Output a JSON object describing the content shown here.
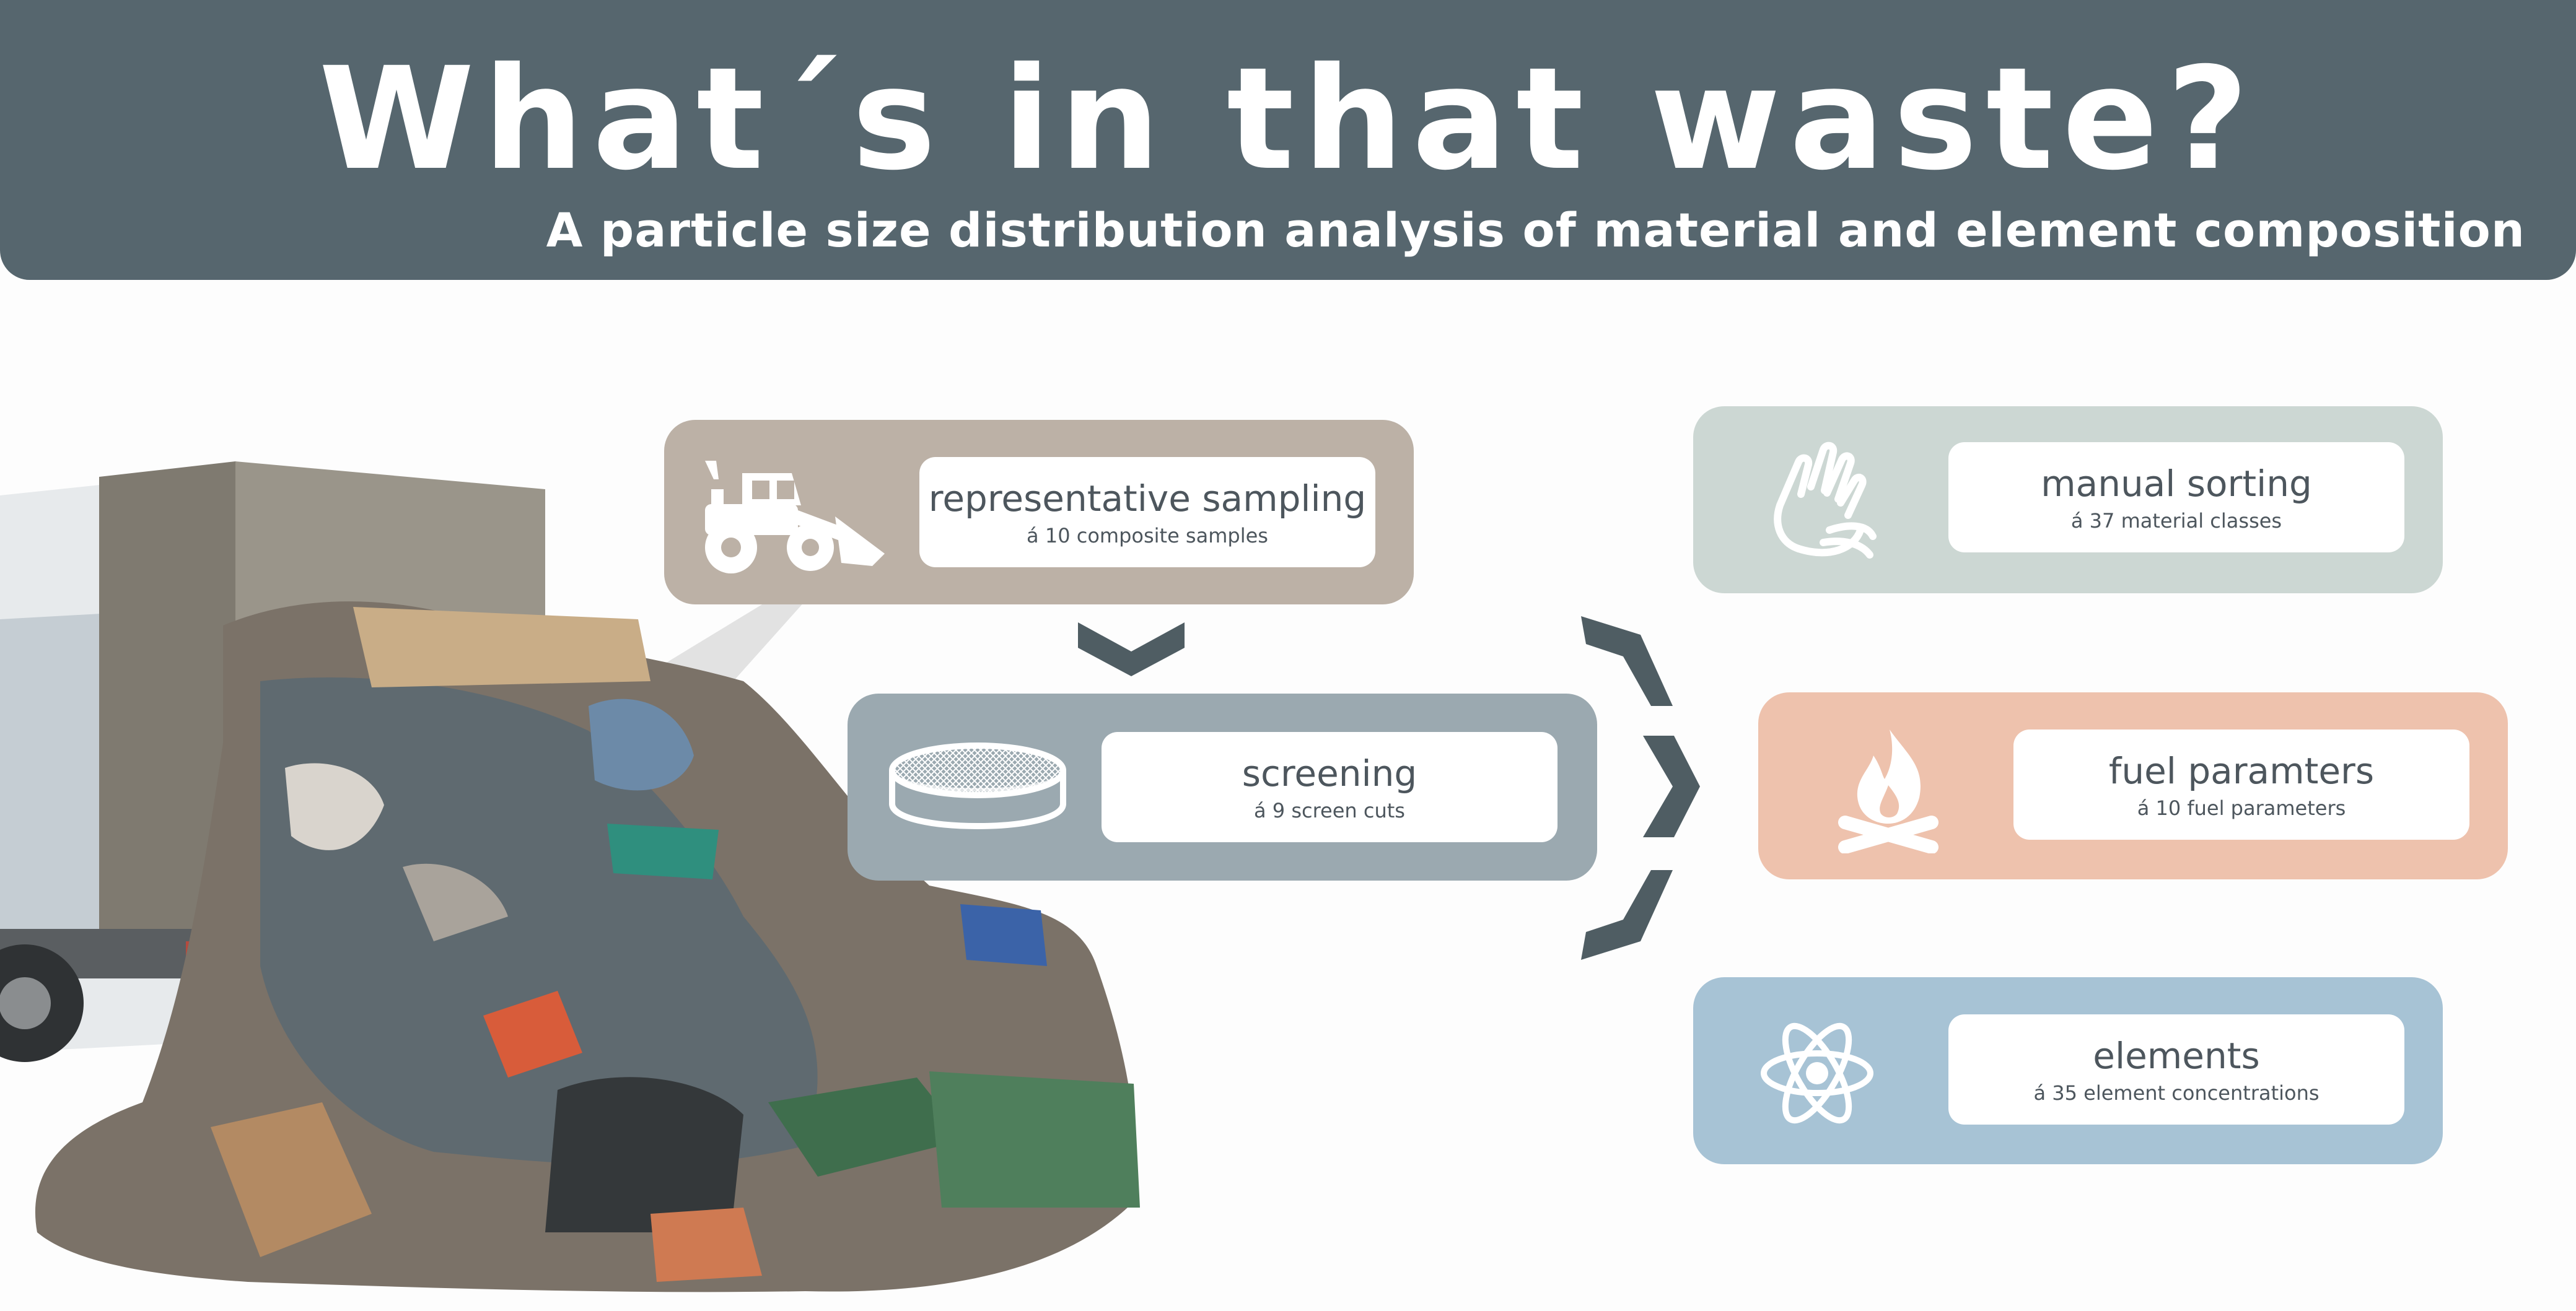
{
  "header": {
    "title": "What´s in that waste?",
    "subtitle": "A particle size distribution analysis of material and element composition"
  },
  "steps": {
    "sampling": {
      "label": "representative sampling",
      "detail": "á 10 composite samples",
      "icon": "wheel-loader-icon"
    },
    "screening": {
      "label": "screening",
      "detail": "á 9 screen cuts",
      "icon": "sieve-icon"
    },
    "sorting": {
      "label": "manual sorting",
      "detail": "á 37 material classes",
      "icon": "hand-icon"
    },
    "fuel": {
      "label": "fuel paramters",
      "detail": "á 10 fuel parameters",
      "icon": "campfire-icon"
    },
    "elements": {
      "label": "elements",
      "detail": "á 35 element concentrations",
      "icon": "atom-icon"
    }
  },
  "colors": {
    "header": "#56666e",
    "sampling": "#bcb1a6",
    "screening": "#9ba9b0",
    "sorting": "#ccd7d3",
    "fuel": "#eec2ad",
    "elements": "#a7c3d5",
    "arrows": "#4f5d63",
    "text": "#4d565d"
  }
}
